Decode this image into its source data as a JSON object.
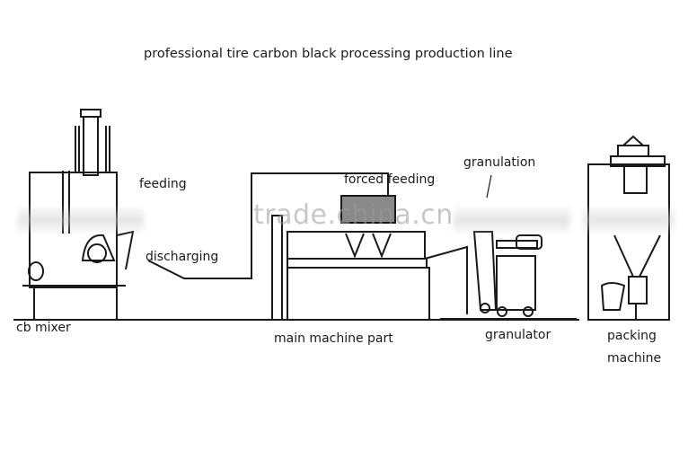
{
  "title": "professional tire carbon black  processing production line",
  "watermark": "trade.china.cn",
  "labels": {
    "feeding": "feeding",
    "discharging": "discharging",
    "cb_mixer": "cb mixer",
    "forced_feeding": "forced feeding",
    "main_machine_part": "main machine part",
    "granulation": "granulation",
    "granulator": "granulator",
    "packing_machine_line1": "packing",
    "packing_machine_line2": "machine"
  },
  "colors": {
    "line": "#1a1a1a",
    "text": "#1a1a1a",
    "watermark": "#9a9a9a",
    "background": "#ffffff"
  }
}
